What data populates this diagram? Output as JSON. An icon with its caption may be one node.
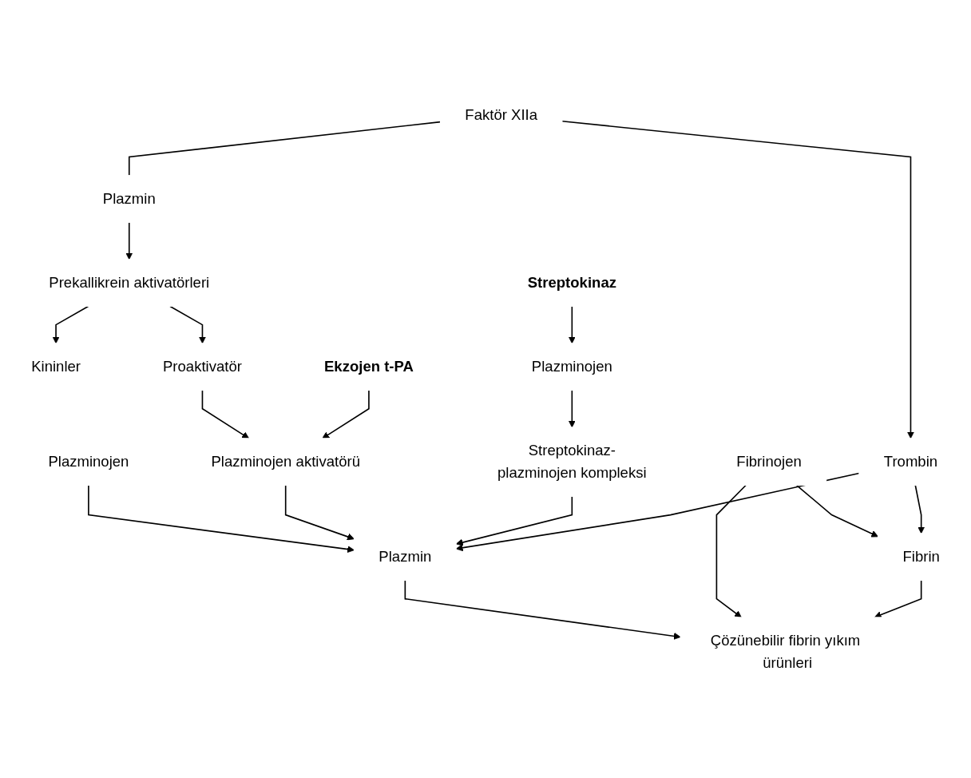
{
  "diagram": {
    "nodes": [
      {
        "text": [
          "Prekallikrein aktivatörleri"
        ]
      },
      {
        "text": [
          "Kininler"
        ]
      },
      {
        "text": [
          "Streptokinaz"
        ]
      },
      {
        "text": [
          "Ekzojen t-PA"
        ]
      },
      {
        "text": [
          "Proaktivatör"
        ]
      },
      {
        "text": [
          "Plazminojen aktivatörü"
        ]
      },
      {
        "text": [
          "Plazminojen"
        ]
      },
      {
        "text": [
          "Plazmin"
        ]
      },
      {
        "text": [
          "Streptokinaz-plazminojen kompleksi"
        ]
      },
      {
        "text": [
          "Faktör XIIa"
        ]
      },
      {
        "text": [
          "Plazminojen"
        ]
      },
      {
        "text": [
          "Plazmin"
        ]
      },
      {
        "text": [
          "Fibrinojen"
        ]
      },
      {
        "text": [
          "Trombin"
        ]
      },
      {
        "text": [
          "Çözünebilir fibrin yıkım ürünleri"
        ]
      },
      {
        "text": [
          "Fibrin"
        ]
      }
    ],
    "edges": [
      {
        "from": 0,
        "to": 1,
        "arrow": "to"
      },
      {
        "from": 0,
        "to": 4,
        "arrow": "to"
      },
      {
        "from": 4,
        "to": 5,
        "arrow": "to"
      },
      {
        "from": 3,
        "to": 5,
        "arrow": "to"
      },
      {
        "from": 2,
        "to": 6,
        "arrow": "to"
      },
      {
        "from": 6,
        "to": 8,
        "arrow": "to"
      },
      {
        "from": 9,
        "to": 7,
        "arrow": "none"
      },
      {
        "from": 7,
        "to": 0,
        "arrow": "to"
      },
      {
        "from": 9,
        "to": 13,
        "arrow": "to"
      },
      {
        "from": 10,
        "to": 11,
        "arrow": "to"
      },
      {
        "from": 5,
        "to": 11,
        "arrow": "to"
      },
      {
        "from": 8,
        "to": 11,
        "arrow": "to"
      },
      {
        "from": 13,
        "to": 11,
        "arrow": "to"
      },
      {
        "from": 12,
        "to": 15,
        "arrow": "to"
      },
      {
        "from": 13,
        "to": 15,
        "arrow": "to"
      },
      {
        "from": 11,
        "to": 14,
        "arrow": "to"
      },
      {
        "from": 12,
        "to": 14,
        "arrow": "to"
      },
      {
        "from": 15,
        "to": 14,
        "arrow": "to"
      }
    ]
  }
}
